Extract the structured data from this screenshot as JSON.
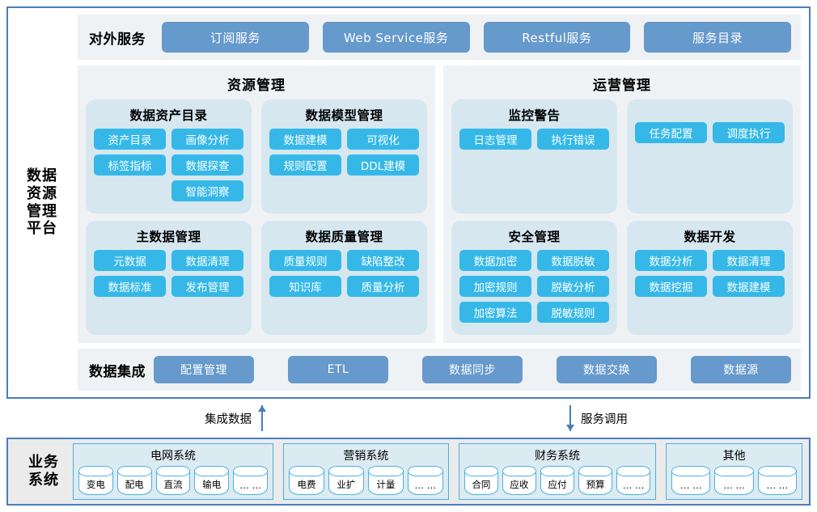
{
  "platform": {
    "title": "数据\n资源\n管理\n平台",
    "external_services": {
      "label": "对外服务",
      "buttons": [
        "订阅服务",
        "Web Service服务",
        "Restful服务",
        "服务目录"
      ]
    },
    "panels": [
      {
        "title": "资源管理",
        "cards": [
          {
            "title": "数据资产目录",
            "chips": [
              "资产目录",
              "画像分析",
              "标签指标",
              "数据探查",
              "",
              "智能洞察"
            ]
          },
          {
            "title": "数据模型管理",
            "chips": [
              "数据建模",
              "可视化",
              "规则配置",
              "DDL建模"
            ]
          },
          {
            "title": "主数据管理",
            "chips": [
              "元数据",
              "数据清理",
              "数据标准",
              "发布管理"
            ]
          },
          {
            "title": "数据质量管理",
            "chips": [
              "质量规则",
              "缺陷整改",
              "知识库",
              "质量分析"
            ]
          }
        ]
      },
      {
        "title": "运营管理",
        "cards": [
          {
            "title": "监控警告",
            "chips": [
              "日志管理",
              "执行错误"
            ]
          },
          {
            "title": "",
            "chips": [
              "任务配置",
              "调度执行"
            ]
          },
          {
            "title": "安全管理",
            "chips": [
              "数据加密",
              "数据脱敏",
              "加密规则",
              "脱敏分析",
              "加密算法",
              "脱敏规则"
            ]
          },
          {
            "title": "数据开发",
            "chips": [
              "数据分析",
              "数据清理",
              "数据挖掘",
              "数据建模"
            ]
          }
        ]
      }
    ],
    "integration": {
      "label": "数据集成",
      "buttons": [
        "配置管理",
        "ETL",
        "数据同步",
        "数据交换",
        "数据源"
      ]
    }
  },
  "connectors": {
    "left": {
      "label": "集成数据",
      "direction": "up"
    },
    "right": {
      "label": "服务调用",
      "direction": "down"
    }
  },
  "business": {
    "title": "业务\n系统",
    "groups": [
      {
        "title": "电网系统",
        "items": [
          "变电",
          "配电",
          "直流",
          "输电",
          "… …"
        ]
      },
      {
        "title": "营销系统",
        "items": [
          "电费",
          "业扩",
          "计量",
          "… …"
        ]
      },
      {
        "title": "财务系统",
        "items": [
          "合同",
          "应收",
          "应付",
          "预算",
          "… …"
        ]
      },
      {
        "title": "其他",
        "items": [
          "… …",
          "… …",
          "… …"
        ]
      }
    ]
  },
  "colors": {
    "outer_border": "#4a7ebb",
    "steel_button": "#6699cc",
    "cyan_chip": "#35b8e8",
    "panel_bg": "#eff2f4",
    "card_bg": "#d6e7ef",
    "biz_bg": "#ebebeb",
    "biz_group_bg": "#dceaf2",
    "cylinder_border": "#49b3dd"
  }
}
